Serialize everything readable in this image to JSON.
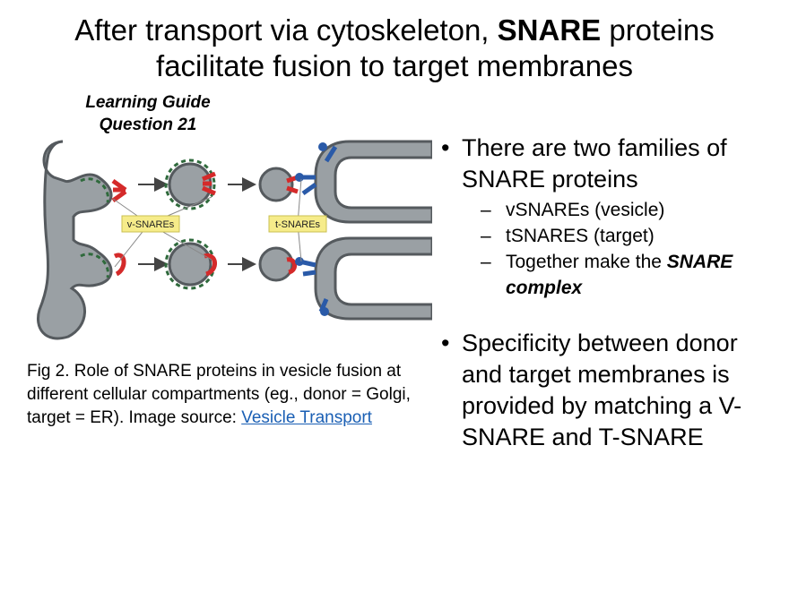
{
  "slide": {
    "title_part1": "After transport via cytoskeleton, ",
    "title_bold": "SNARE",
    "title_part2": " proteins facilitate fusion to target membranes",
    "guide_line1": "Learning Guide",
    "guide_line2": "Question 21"
  },
  "figure": {
    "v_label": "v-SNAREs",
    "t_label": "t-SNAREs",
    "colors": {
      "membrane": "#9aa0a4",
      "v_snare": "#d42a2a",
      "t_snare": "#2a5aa8",
      "label_bg": "#f6ec8a"
    }
  },
  "caption": {
    "text": "Fig 2. Role of SNARE proteins in vesicle fusion at different cellular compartments (eg., donor = Golgi, target = ER). Image source: ",
    "link": "Vesicle Transport"
  },
  "bullets": {
    "b1": "There are two families of SNARE proteins",
    "sub1": "vSNAREs (vesicle)",
    "sub2": "tSNARES (target)",
    "sub3_part1": "Together make the ",
    "sub3_bold": "SNARE complex",
    "b2": "Specificity between donor and target membranes is provided by matching a V-SNARE and T-SNARE"
  }
}
